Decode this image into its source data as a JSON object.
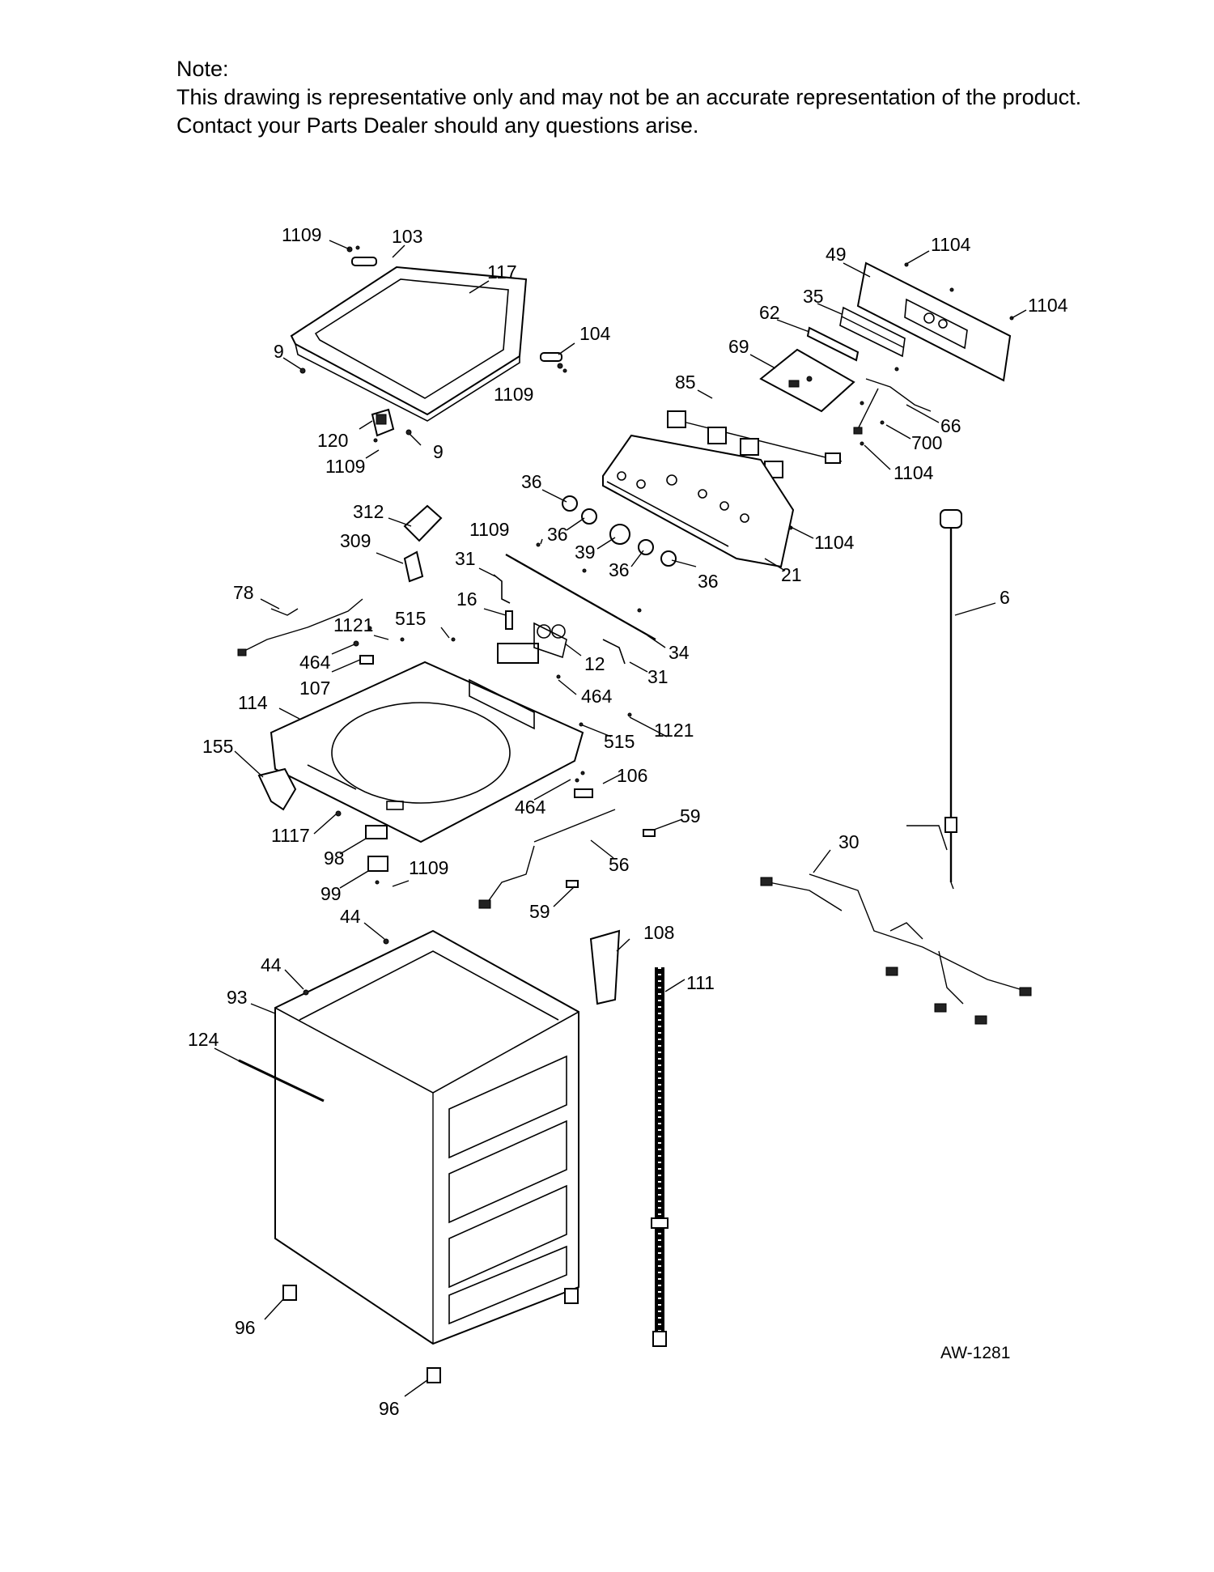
{
  "note": {
    "heading": "Note:",
    "line1": "This drawing is representative only and may not be an accurate representation of the product.",
    "line2": "Contact your Parts Dealer should any questions arise."
  },
  "drawing_code": "AW-1281",
  "callouts": [
    "1109",
    "103",
    "117",
    "104",
    "1109",
    "9",
    "120",
    "9",
    "1109",
    "49",
    "1104",
    "35",
    "1104",
    "62",
    "69",
    "85",
    "66",
    "700",
    "1104",
    "36",
    "36",
    "39",
    "36",
    "36",
    "1104",
    "21",
    "312",
    "309",
    "1109",
    "31",
    "16",
    "34",
    "12",
    "31",
    "78",
    "1121",
    "515",
    "464",
    "107",
    "464",
    "114",
    "515",
    "1121",
    "155",
    "106",
    "464",
    "59",
    "1117",
    "98",
    "56",
    "1109",
    "99",
    "59",
    "44",
    "108",
    "111",
    "30",
    "44",
    "93",
    "124",
    "6",
    "96",
    "96"
  ]
}
